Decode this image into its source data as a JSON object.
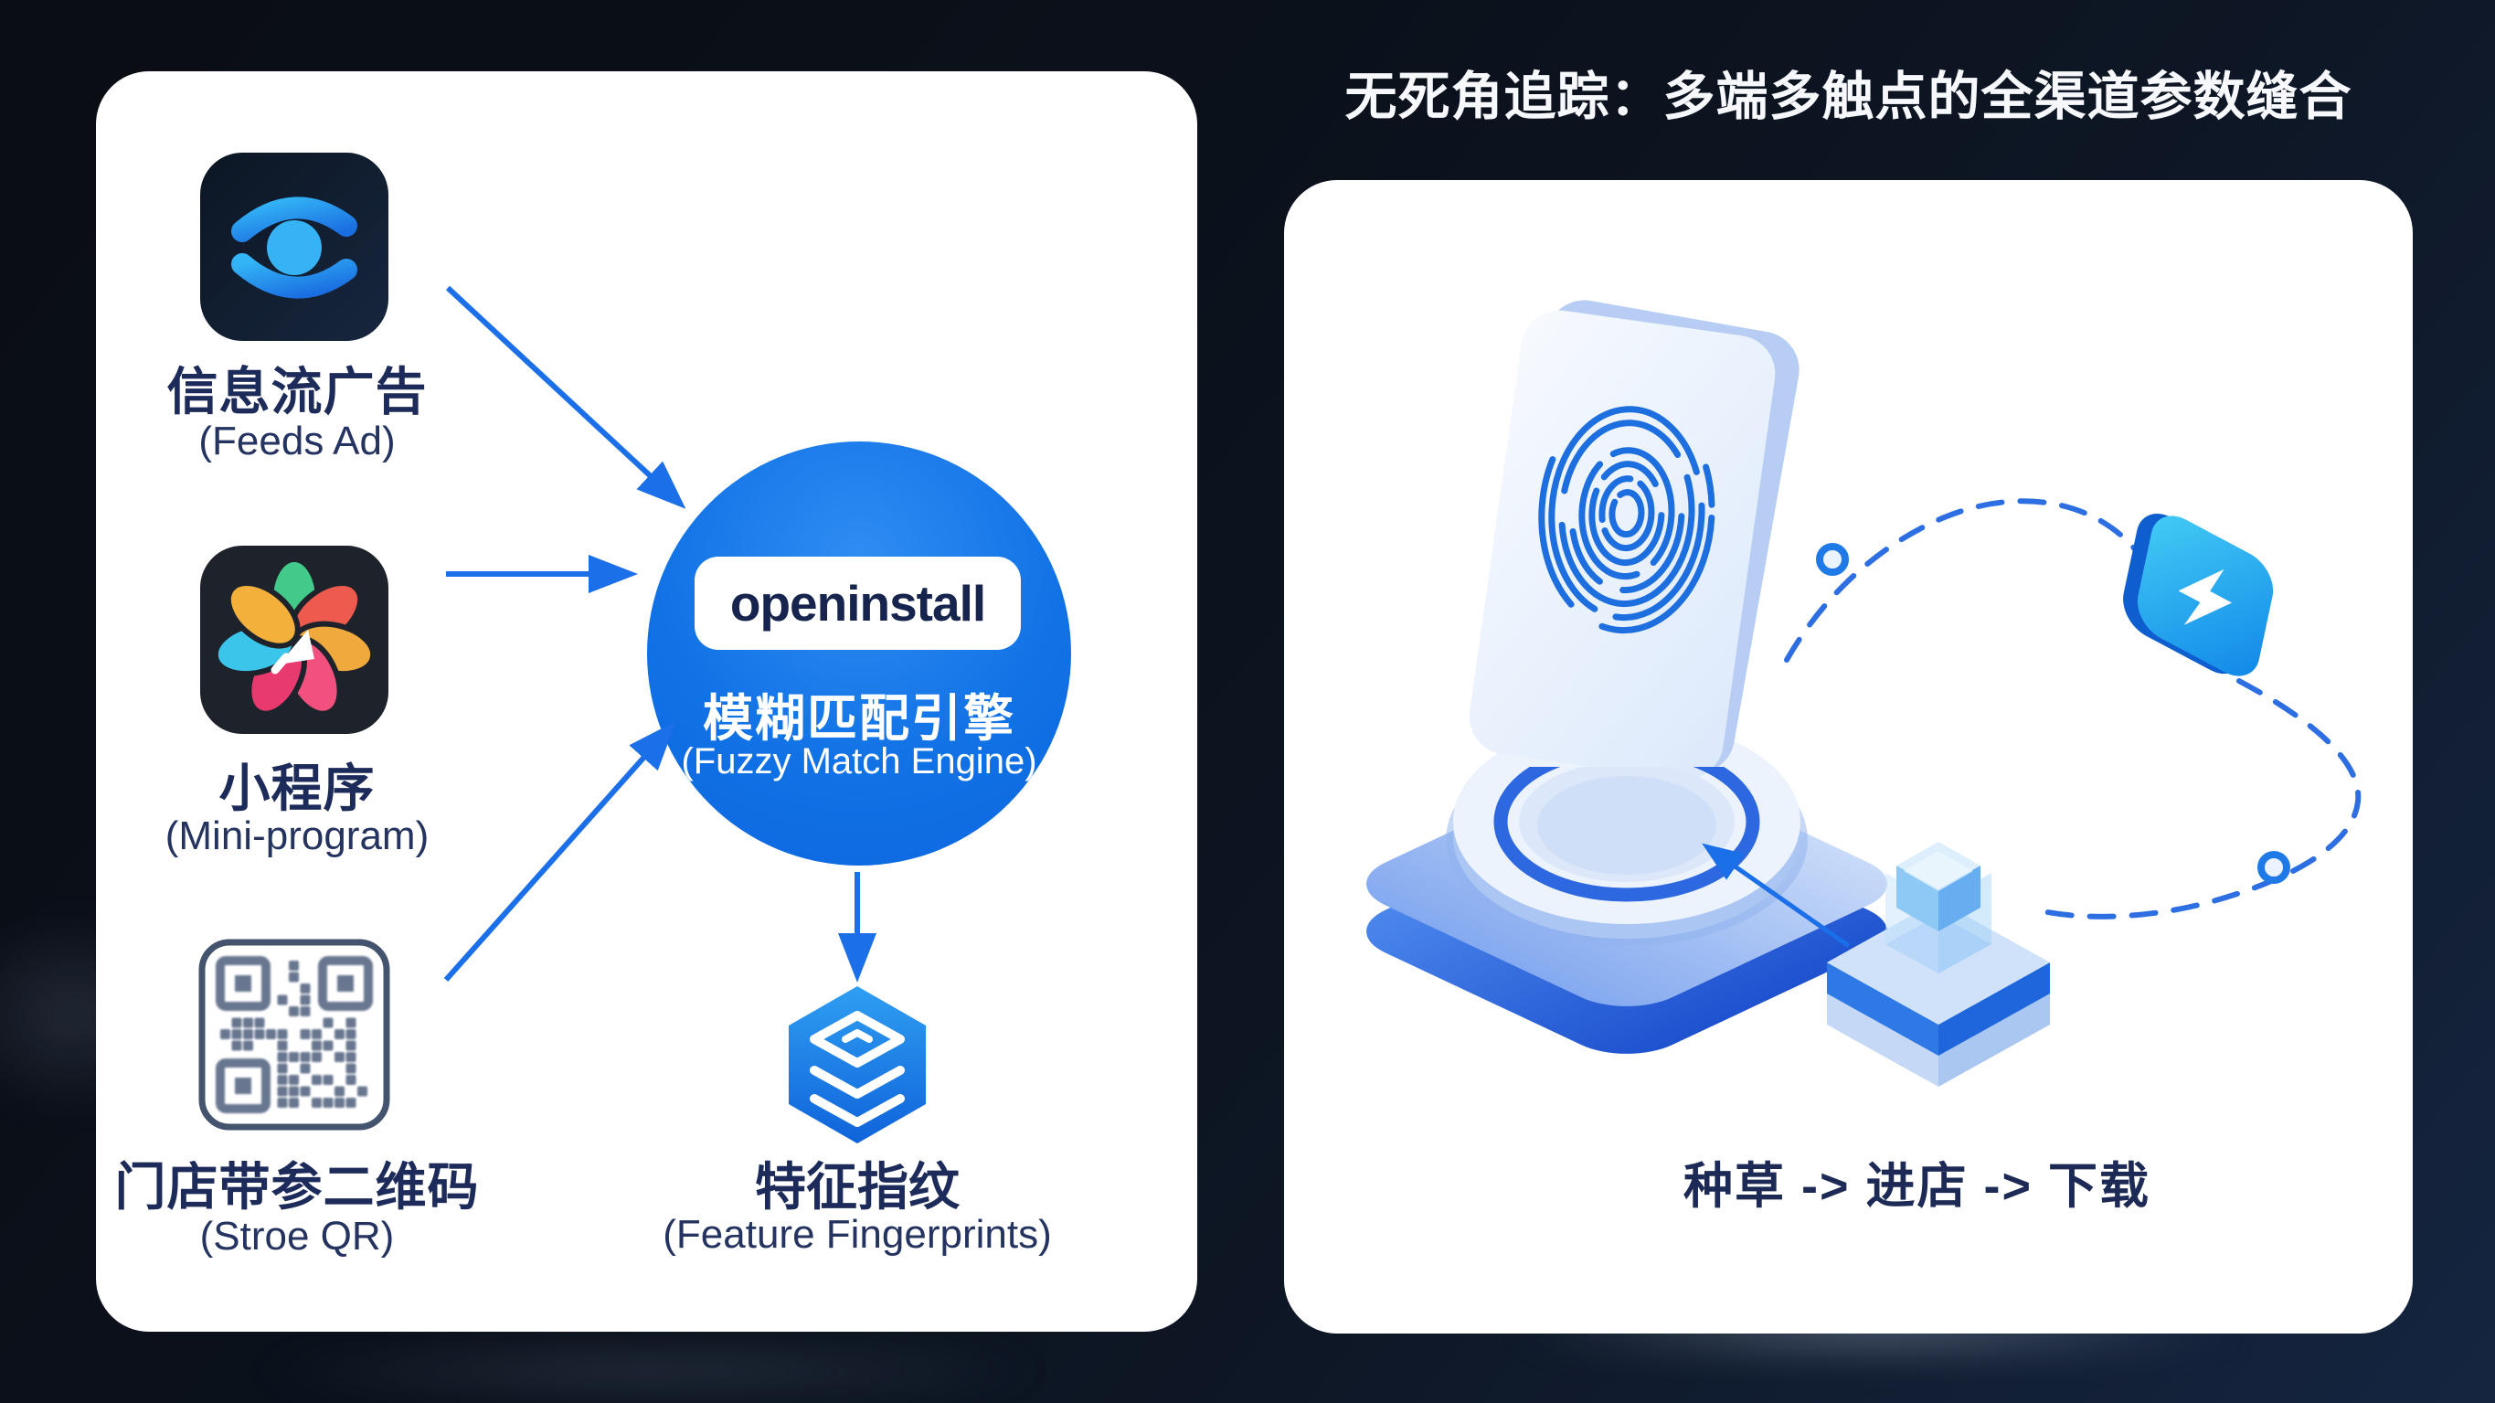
{
  "title": "无死角追踪：多端多触点的全渠道参数缝合",
  "left_panel": {
    "sources": [
      {
        "icon": "feeds-eye-icon",
        "label": "信息流广告",
        "sublabel": "(Feeds Ad)"
      },
      {
        "icon": "mini-program-icon",
        "label": "小程序",
        "sublabel": "(Mini-program)"
      },
      {
        "icon": "qr-code-icon",
        "label": "门店带参二维码",
        "sublabel": "(Stroe QR)"
      }
    ],
    "engine": {
      "brand": "openinstall",
      "title": "模糊匹配引擎",
      "subtitle": "(Fuzzy Match Engine)"
    },
    "output": {
      "icon": "layers-stack-icon",
      "label": "特征指纹",
      "sublabel": "(Feature Fingerprints)"
    }
  },
  "right_panel": {
    "flow": "种草 -> 进店 -> 下载",
    "icons": [
      "fingerprint-scanner-icon",
      "lightning-badge-icon",
      "cube-stack-icon"
    ]
  },
  "colors": {
    "accent_blue": "#1b6fe8",
    "dashed_blue": "#2d6fe2",
    "engine_circle_blue": "#1172e6",
    "navy_text": "#1d2b5a",
    "panel_white": "#ffffff",
    "background_dark": "#0b111b"
  }
}
